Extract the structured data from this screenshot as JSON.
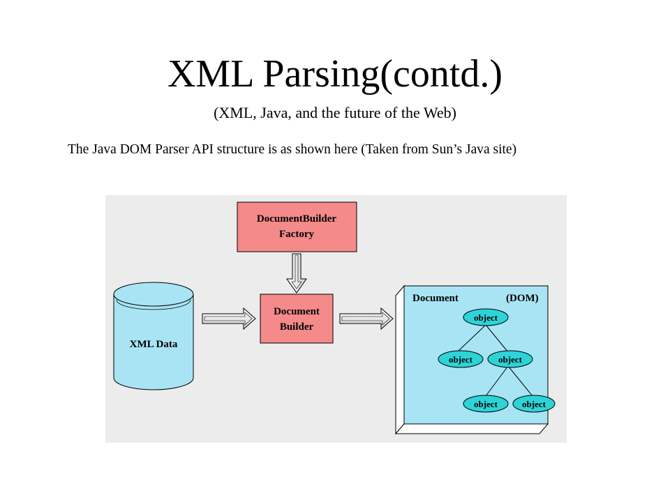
{
  "slide": {
    "title": "XML Parsing(contd.)",
    "subtitle": "(XML, Java, and the future of the Web)",
    "body": "The Java DOM Parser API structure is as shown here (Taken from Sun’s Java site)"
  },
  "diagram": {
    "factory": {
      "line1": "DocumentBuilder",
      "line2": "Factory"
    },
    "builder": {
      "line1": "Document",
      "line2": "Builder"
    },
    "xml_data": "XML Data",
    "document_label": "Document",
    "dom_label": "(DOM)",
    "objects": [
      "object",
      "object",
      "object",
      "object",
      "object"
    ],
    "colors": {
      "background": "#ececec",
      "pink_box": "#f58a8a",
      "blue_panel": "#a8e4f4",
      "cylinder": "#a8e4f4",
      "object_node": "#2cd4d8"
    }
  }
}
